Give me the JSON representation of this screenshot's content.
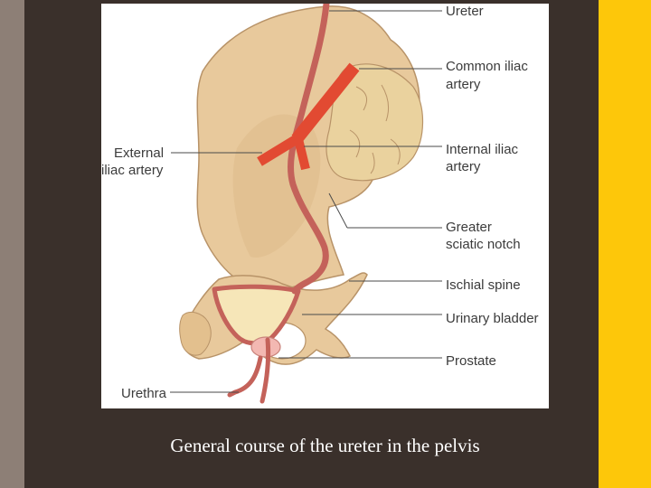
{
  "colors": {
    "left_strip": "#8d7f76",
    "background": "#3a302b",
    "right_strip": "#fdc70a",
    "bone": "#e8c99c",
    "ureter": "#c4625a",
    "artery": "#e24a32",
    "caption_text": "#ffffff"
  },
  "figure": {
    "labels": {
      "ureter": "Ureter",
      "common_iliac_1": "Common iliac",
      "common_iliac_2": "artery",
      "external_iliac_1": "External",
      "external_iliac_2": "iliac artery",
      "internal_iliac_1": "Internal iliac",
      "internal_iliac_2": "artery",
      "greater_sciatic_1": "Greater",
      "greater_sciatic_2": "sciatic notch",
      "ischial_spine": "Ischial spine",
      "urinary_bladder": "Urinary bladder",
      "prostate": "Prostate",
      "urethra": "Urethra"
    }
  },
  "caption": "General course of the ureter in the pelvis"
}
